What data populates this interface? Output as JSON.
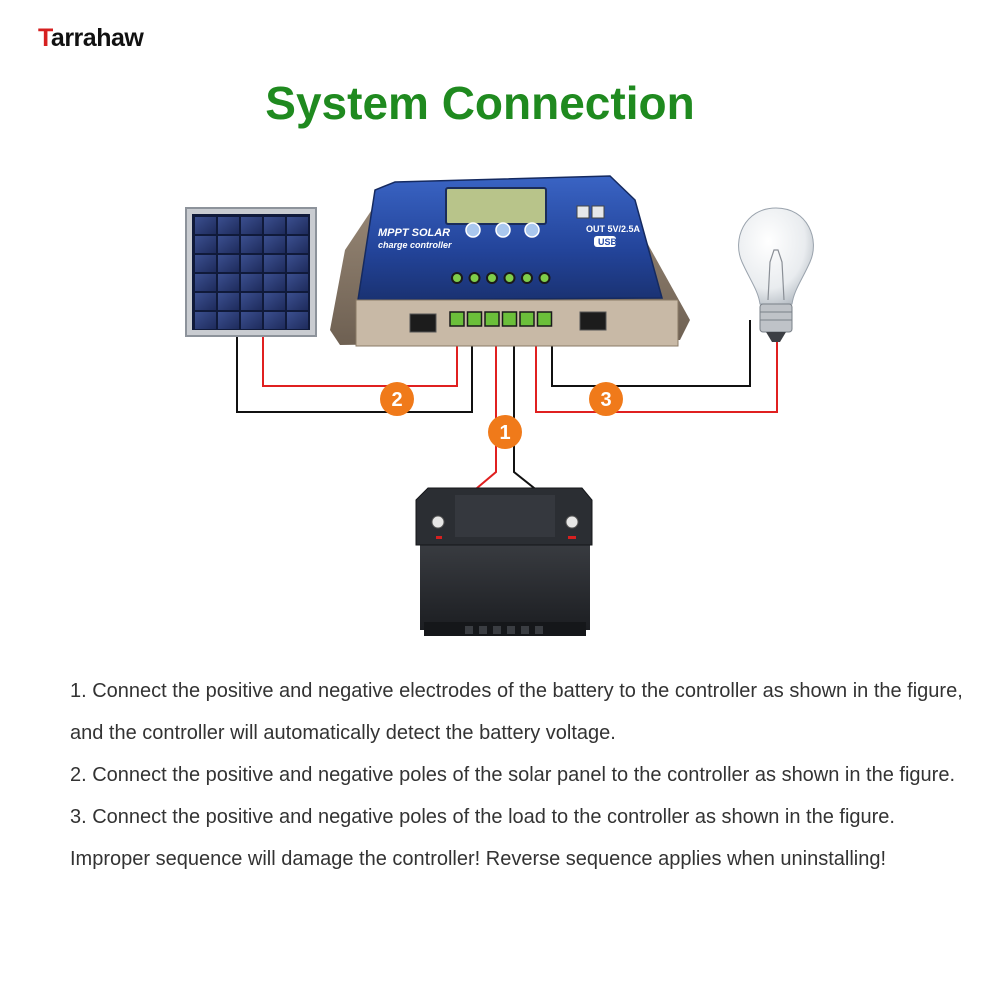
{
  "brand": {
    "first_letter": "T",
    "rest": "arrahaw"
  },
  "title": "System Connection",
  "controller": {
    "label_line1": "MPPT SOLAR",
    "label_line2": "charge controller",
    "usb_label": "USB",
    "usb_rating": "OUT 5V/2.5A"
  },
  "steps": [
    "1",
    "2",
    "3"
  ],
  "instructions": [
    "1. Connect the positive and negative electrodes of the battery to the controller as shown in the figure, and the controller will automatically detect the battery voltage.",
    "2. Connect the positive and negative poles of the solar panel to the controller as shown in the figure.",
    "3. Connect the positive and negative poles of the load to the controller as shown in the figure. Improper sequence will damage the controller! Reverse sequence applies when uninstalling!"
  ],
  "colors": {
    "title": "#1f8a1f",
    "brand_accent": "#d62020",
    "wire_positive": "#e02020",
    "wire_negative": "#111111",
    "step_badge": "#f07a1a",
    "controller_body": "#2b4fa8",
    "text": "#333333"
  }
}
